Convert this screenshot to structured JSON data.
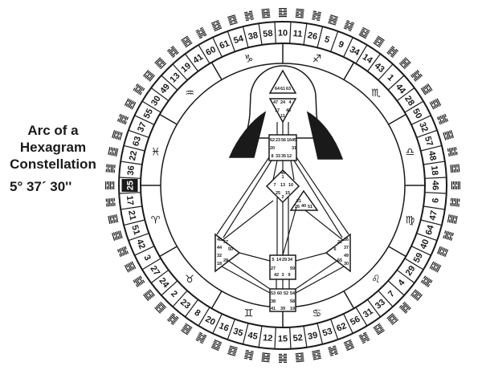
{
  "caption": {
    "lines": [
      "Arc of a",
      "Hexagram",
      "Constellation"
    ],
    "angle": "5° 37´ 30''"
  },
  "highlight_gate": "25",
  "gates": [
    "10",
    "11",
    "26",
    "5",
    "9",
    "34",
    "14",
    "43",
    "1",
    "44",
    "28",
    "50",
    "32",
    "57",
    "48",
    "18",
    "46",
    "6",
    "47",
    "64",
    "40",
    "59",
    "29",
    "4",
    "7",
    "33",
    "31",
    "56",
    "62",
    "53",
    "39",
    "52",
    "15",
    "12",
    "45",
    "35",
    "16",
    "20",
    "8",
    "23",
    "2",
    "24",
    "27",
    "3",
    "42",
    "51",
    "21",
    "17",
    "25",
    "36",
    "22",
    "63",
    "37",
    "55",
    "30",
    "49",
    "13",
    "19",
    "41",
    "60",
    "61",
    "54",
    "38",
    "58"
  ],
  "zodiac_signs": [
    {
      "name": "capricorn",
      "glyph": "♑"
    },
    {
      "name": "sagittarius",
      "glyph": "♐"
    },
    {
      "name": "scorpio",
      "glyph": "♏"
    },
    {
      "name": "libra",
      "glyph": "♎"
    },
    {
      "name": "virgo",
      "glyph": "♍"
    },
    {
      "name": "leo",
      "glyph": "♌"
    },
    {
      "name": "cancer",
      "glyph": "♋"
    },
    {
      "name": "gemini",
      "glyph": "♊"
    },
    {
      "name": "taurus",
      "glyph": "♉"
    },
    {
      "name": "aries",
      "glyph": "♈"
    },
    {
      "name": "pisces",
      "glyph": "♓"
    },
    {
      "name": "aquarius",
      "glyph": "♒"
    }
  ],
  "centers": {
    "head": [
      "64",
      "61",
      "63"
    ],
    "ajna": [
      "47",
      "24",
      "4",
      "17",
      "43",
      "11"
    ],
    "throat": [
      "62",
      "23",
      "56",
      "16",
      "20",
      "31",
      "8",
      "33",
      "35",
      "12",
      "45"
    ],
    "g": [
      "1",
      "7",
      "13",
      "10",
      "25",
      "15",
      "2",
      "46"
    ],
    "heart": [
      "21",
      "40",
      "26",
      "51"
    ],
    "spleen": [
      "48",
      "57",
      "44",
      "50",
      "32",
      "28",
      "18"
    ],
    "sacral": [
      "5",
      "14",
      "29",
      "34",
      "27",
      "59",
      "42",
      "3",
      "9"
    ],
    "solar": [
      "36",
      "22",
      "37",
      "6",
      "49",
      "55",
      "30"
    ],
    "root": [
      "53",
      "60",
      "52",
      "54",
      "38",
      "58",
      "41",
      "39",
      "19"
    ]
  },
  "colors": {
    "ink": "#1a1a1a",
    "paper": "#ffffff",
    "highlight": "#1a1a1a"
  }
}
